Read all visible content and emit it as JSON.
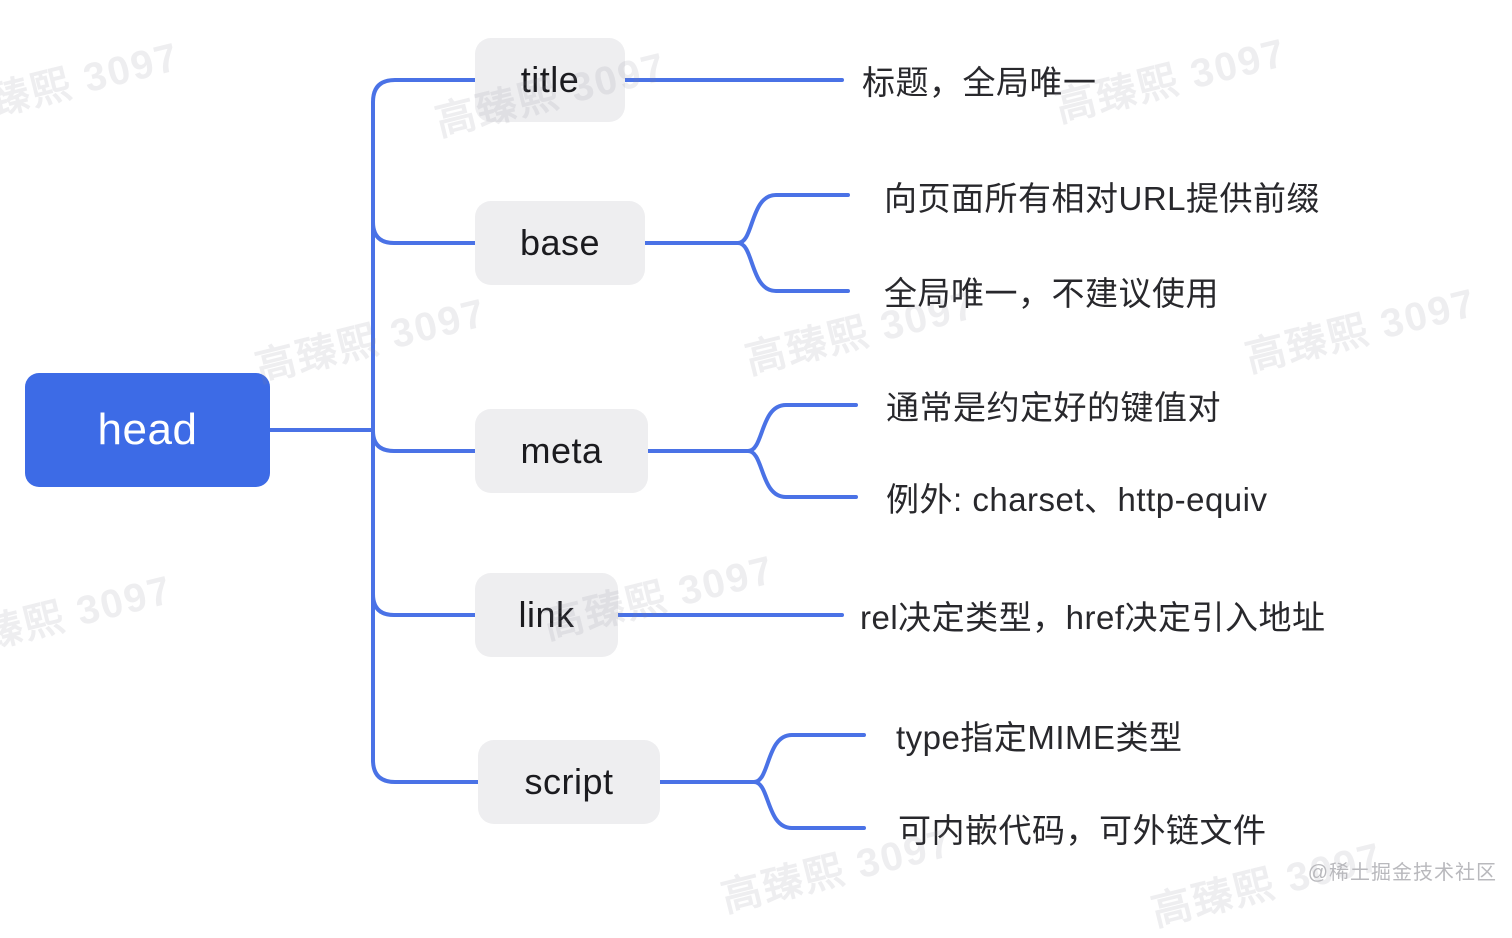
{
  "root": {
    "label": "head"
  },
  "children": [
    {
      "label": "title",
      "leaves": [
        "标题，全局唯一"
      ]
    },
    {
      "label": "base",
      "leaves": [
        "向页面所有相对URL提供前缀",
        "全局唯一，不建议使用"
      ]
    },
    {
      "label": "meta",
      "leaves": [
        "通常是约定好的键值对",
        "例外: charset、http-equiv"
      ]
    },
    {
      "label": "link",
      "leaves": [
        "rel决定类型，href决定引入地址"
      ]
    },
    {
      "label": "script",
      "leaves": [
        "type指定MIME类型",
        "可内嵌代码，可外链文件"
      ]
    }
  ],
  "watermark": {
    "text": "高臻熙 3097"
  },
  "attribution": {
    "text": "@稀土掘金技术社区"
  },
  "colors": {
    "root_bg": "#3D6BE6",
    "branch": "#4A72E6",
    "node_bg": "#EEEEF0",
    "node_text": "#1B1B1F",
    "leaf_text": "#28282C",
    "attribution": "#B9B9BD"
  }
}
